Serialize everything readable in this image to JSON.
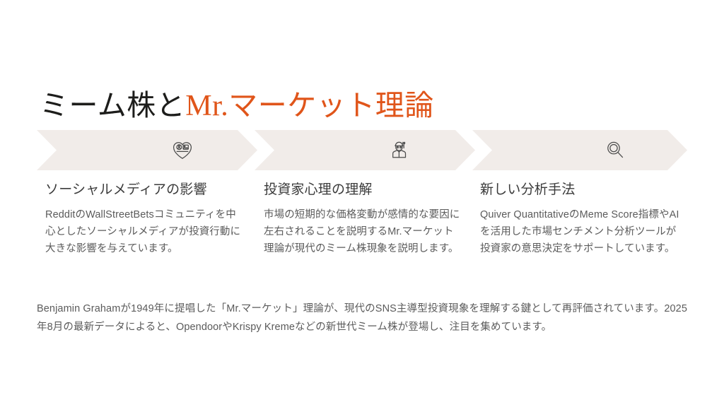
{
  "slide": {
    "title": {
      "lead": "ミーム株と",
      "accent_latin": "Mr.",
      "accent_jp": "マーケット理論"
    },
    "accent_color": "#e0551a",
    "heading_color": "#3b3b3b",
    "body_color": "#5b5b5b",
    "chevron_color": "#f1ece9",
    "background_color": "#ffffff"
  },
  "steps": [
    {
      "icon": "social-media-heart-icon",
      "heading": "ソーシャルメディアの影響",
      "body": "RedditのWallStreetBetsコミュニティを中心としたソーシャルメディアが投資行動に大きな影響を与えています。"
    },
    {
      "icon": "investor-person-icon",
      "heading": "投資家心理の理解",
      "body": "市場の短期的な価格変動が感情的な要因に左右されることを説明するMr.マーケット理論が現代のミーム株現象を説明します。"
    },
    {
      "icon": "magnifier-analysis-icon",
      "heading": "新しい分析手法",
      "body": "Quiver QuantitativeのMeme Score指標やAIを活用した市場センチメント分析ツールが投資家の意思決定をサポートしています。"
    }
  ],
  "footer": {
    "note": "Benjamin Grahamが1949年に提唱した「Mr.マーケット」理論が、現代のSNS主導型投資現象を理解する鍵として再評価されています。2025年8月の最新データによると、OpendoorやKrispy Kremeなどの新世代ミーム株が登場し、注目を集めています。"
  }
}
